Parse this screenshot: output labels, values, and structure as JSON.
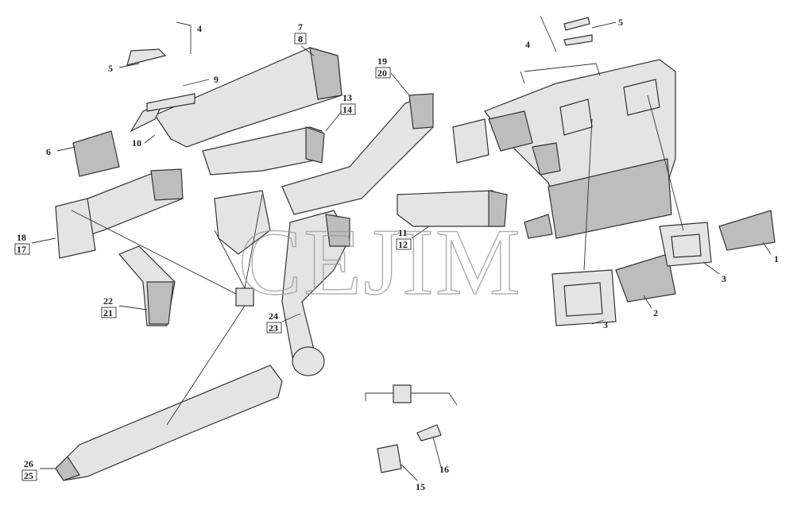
{
  "diagram": {
    "watermark": "CEJIM",
    "callouts_single": {
      "c4a": "4",
      "c5a": "5",
      "c9": "9",
      "c10": "10",
      "c6": "6",
      "c4b": "4",
      "c5b": "5",
      "c1": "1",
      "c3a": "3",
      "c2": "2",
      "c3b": "3",
      "c16": "16",
      "c15": "15"
    },
    "callouts_fraction": {
      "f7_8": {
        "top": "7",
        "bottom": "8"
      },
      "f13_14": {
        "top": "13",
        "bottom": "14"
      },
      "f19_20": {
        "top": "19",
        "bottom": "20"
      },
      "f18_17": {
        "top": "18",
        "bottom": "17"
      },
      "f22_21": {
        "top": "22",
        "bottom": "21"
      },
      "f24_23": {
        "top": "24",
        "bottom": "23"
      },
      "f26_25": {
        "top": "26",
        "bottom": "25"
      },
      "f11_12": {
        "top": "11",
        "bottom": "12"
      }
    }
  }
}
